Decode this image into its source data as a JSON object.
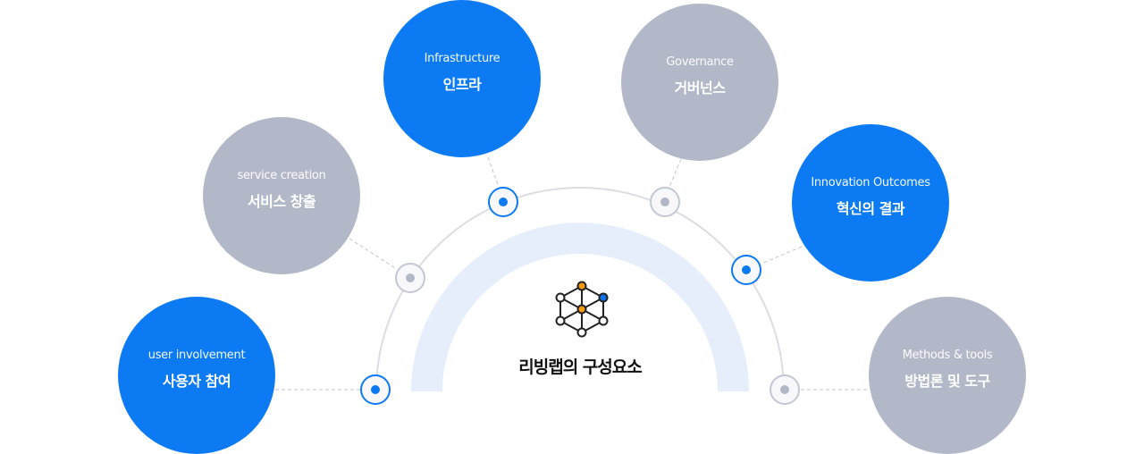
{
  "title": "리빙랩의 구성요소",
  "colors": {
    "active": "#0b7af3",
    "inactive": "#b3b8c8",
    "band": "#e6eefb",
    "arc": "#dcdde2",
    "icon_orange": "#f39a12",
    "icon_blue": "#1172ee",
    "dash": "#bfc3cc"
  },
  "components": [
    {
      "en": "user involvement",
      "ko": "사용자 참여",
      "state": "active"
    },
    {
      "en": "service creation",
      "ko": "서비스 창출",
      "state": "inactive"
    },
    {
      "en": "Infrastructure",
      "ko": "인프라",
      "state": "active"
    },
    {
      "en": "Governance",
      "ko": "거버넌스",
      "state": "inactive"
    },
    {
      "en": "Innovation Outcomes",
      "ko": "혁신의 결과",
      "state": "active"
    },
    {
      "en": "Methods & tools",
      "ko": "방법론 및 도구",
      "state": "inactive"
    }
  ],
  "center_icon": "network-cube-icon"
}
